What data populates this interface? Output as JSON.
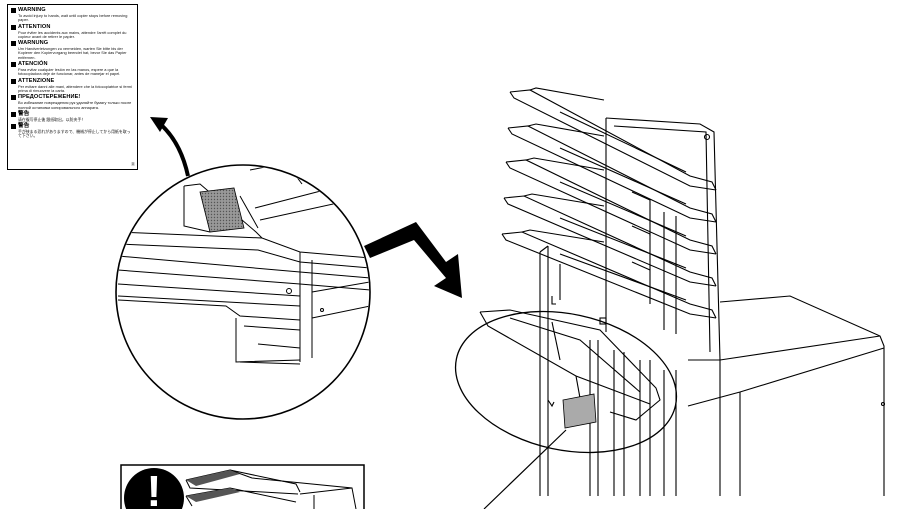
{
  "warning_label": {
    "sections": [
      {
        "heading": "WARNING",
        "body": "To avoid injury to hands, wait until copier stops before removing paper."
      },
      {
        "heading": "ATTENTION",
        "body": "Pour éviter les accidents aux mains, attendre l'arrêt complet du copieur avant de retirer le papier."
      },
      {
        "heading": "WARNUNG",
        "body": "Um Handverletzungen zu vermeiden, warten Sie bitte bis der Kopierer den Kopiervorgang beendet hat, bevor Sie das Papier entfernen."
      },
      {
        "heading": "ATENCIÓN",
        "body": "Para evitar cualquier lesión en las manos, espere a que la fotocopiadora deje de funcionar, antes de manejar el papel."
      },
      {
        "heading": "ATTENZIONE",
        "body": "Per evitare danni alle mani, attendere che la fotocopiatrice si fermi prima di rimuovere la carta."
      },
      {
        "heading": "ПРЕДОСТЕРЕЖЕНИЕ!",
        "body": "Во избежание повреждения рук удаляйте бумагу только после полной остановки копировального аппарата."
      },
      {
        "heading": "警告",
        "body": "请在複写停止後 跟纸取出，以防夹手！"
      },
      {
        "heading": "警告",
        "body": "手が挟まる恐れがありますので、機械が停止してから用紙を取って下さい。"
      }
    ],
    "side_code": "Ⓡ"
  },
  "caution_icon": {
    "glyph": "!"
  }
}
